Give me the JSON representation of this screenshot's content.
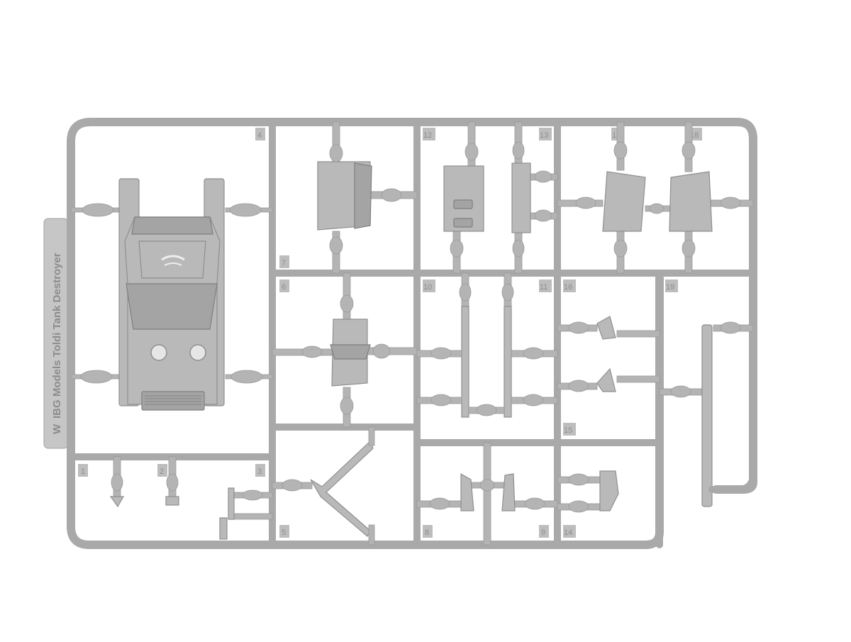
{
  "sprue": {
    "letter": "W",
    "label": "IBG Models Toldi Tank Destroyer",
    "colors": {
      "background": "#ffffff",
      "plastic": "#b9b9b9",
      "runner": "#a9a9a9",
      "shadow": "#8f8f8f"
    },
    "part_numbers": [
      "1",
      "2",
      "3",
      "4",
      "5",
      "6",
      "7",
      "8",
      "9",
      "10",
      "11",
      "12",
      "13",
      "14",
      "15",
      "16",
      "17",
      "18",
      "19"
    ]
  }
}
